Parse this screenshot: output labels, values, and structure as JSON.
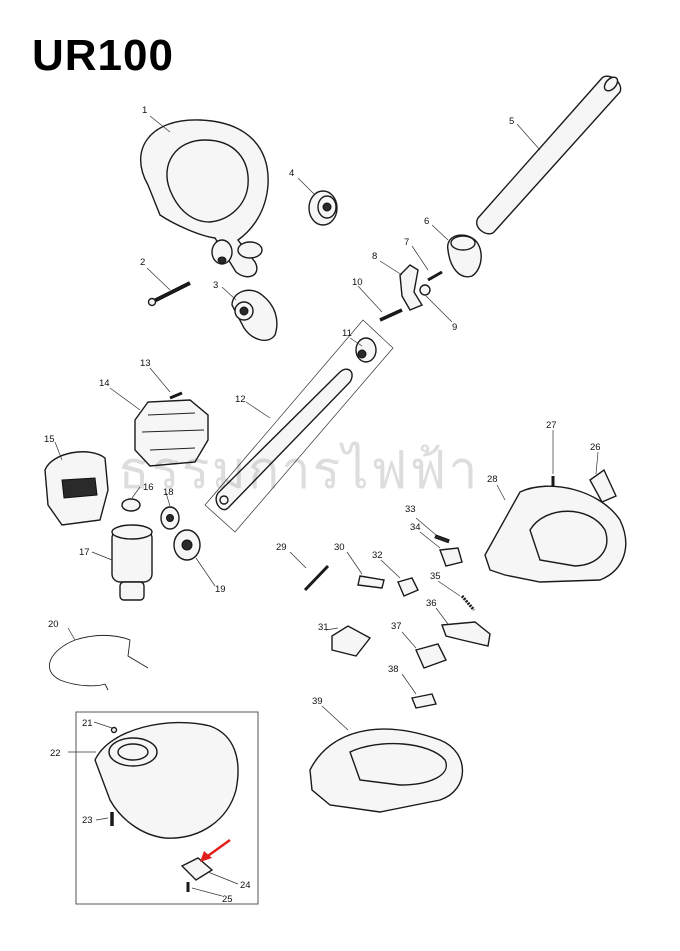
{
  "title": "UR100",
  "watermark": "ธรรมการไฟฟ้า",
  "parts": [
    "1",
    "2",
    "3",
    "4",
    "5",
    "6",
    "7",
    "8",
    "9",
    "10",
    "11",
    "12",
    "13",
    "14",
    "15",
    "16",
    "17",
    "18",
    "19",
    "20",
    "21",
    "22",
    "23",
    "24",
    "25",
    "26",
    "27",
    "28",
    "29",
    "30",
    "31",
    "32",
    "33",
    "34",
    "35",
    "36",
    "37",
    "38",
    "39"
  ],
  "colors": {
    "line": "#1a1a1a",
    "arrow": "#e0201c",
    "box": "#555555"
  },
  "icons": {
    "callout_arrow": "red-arrow-icon"
  }
}
